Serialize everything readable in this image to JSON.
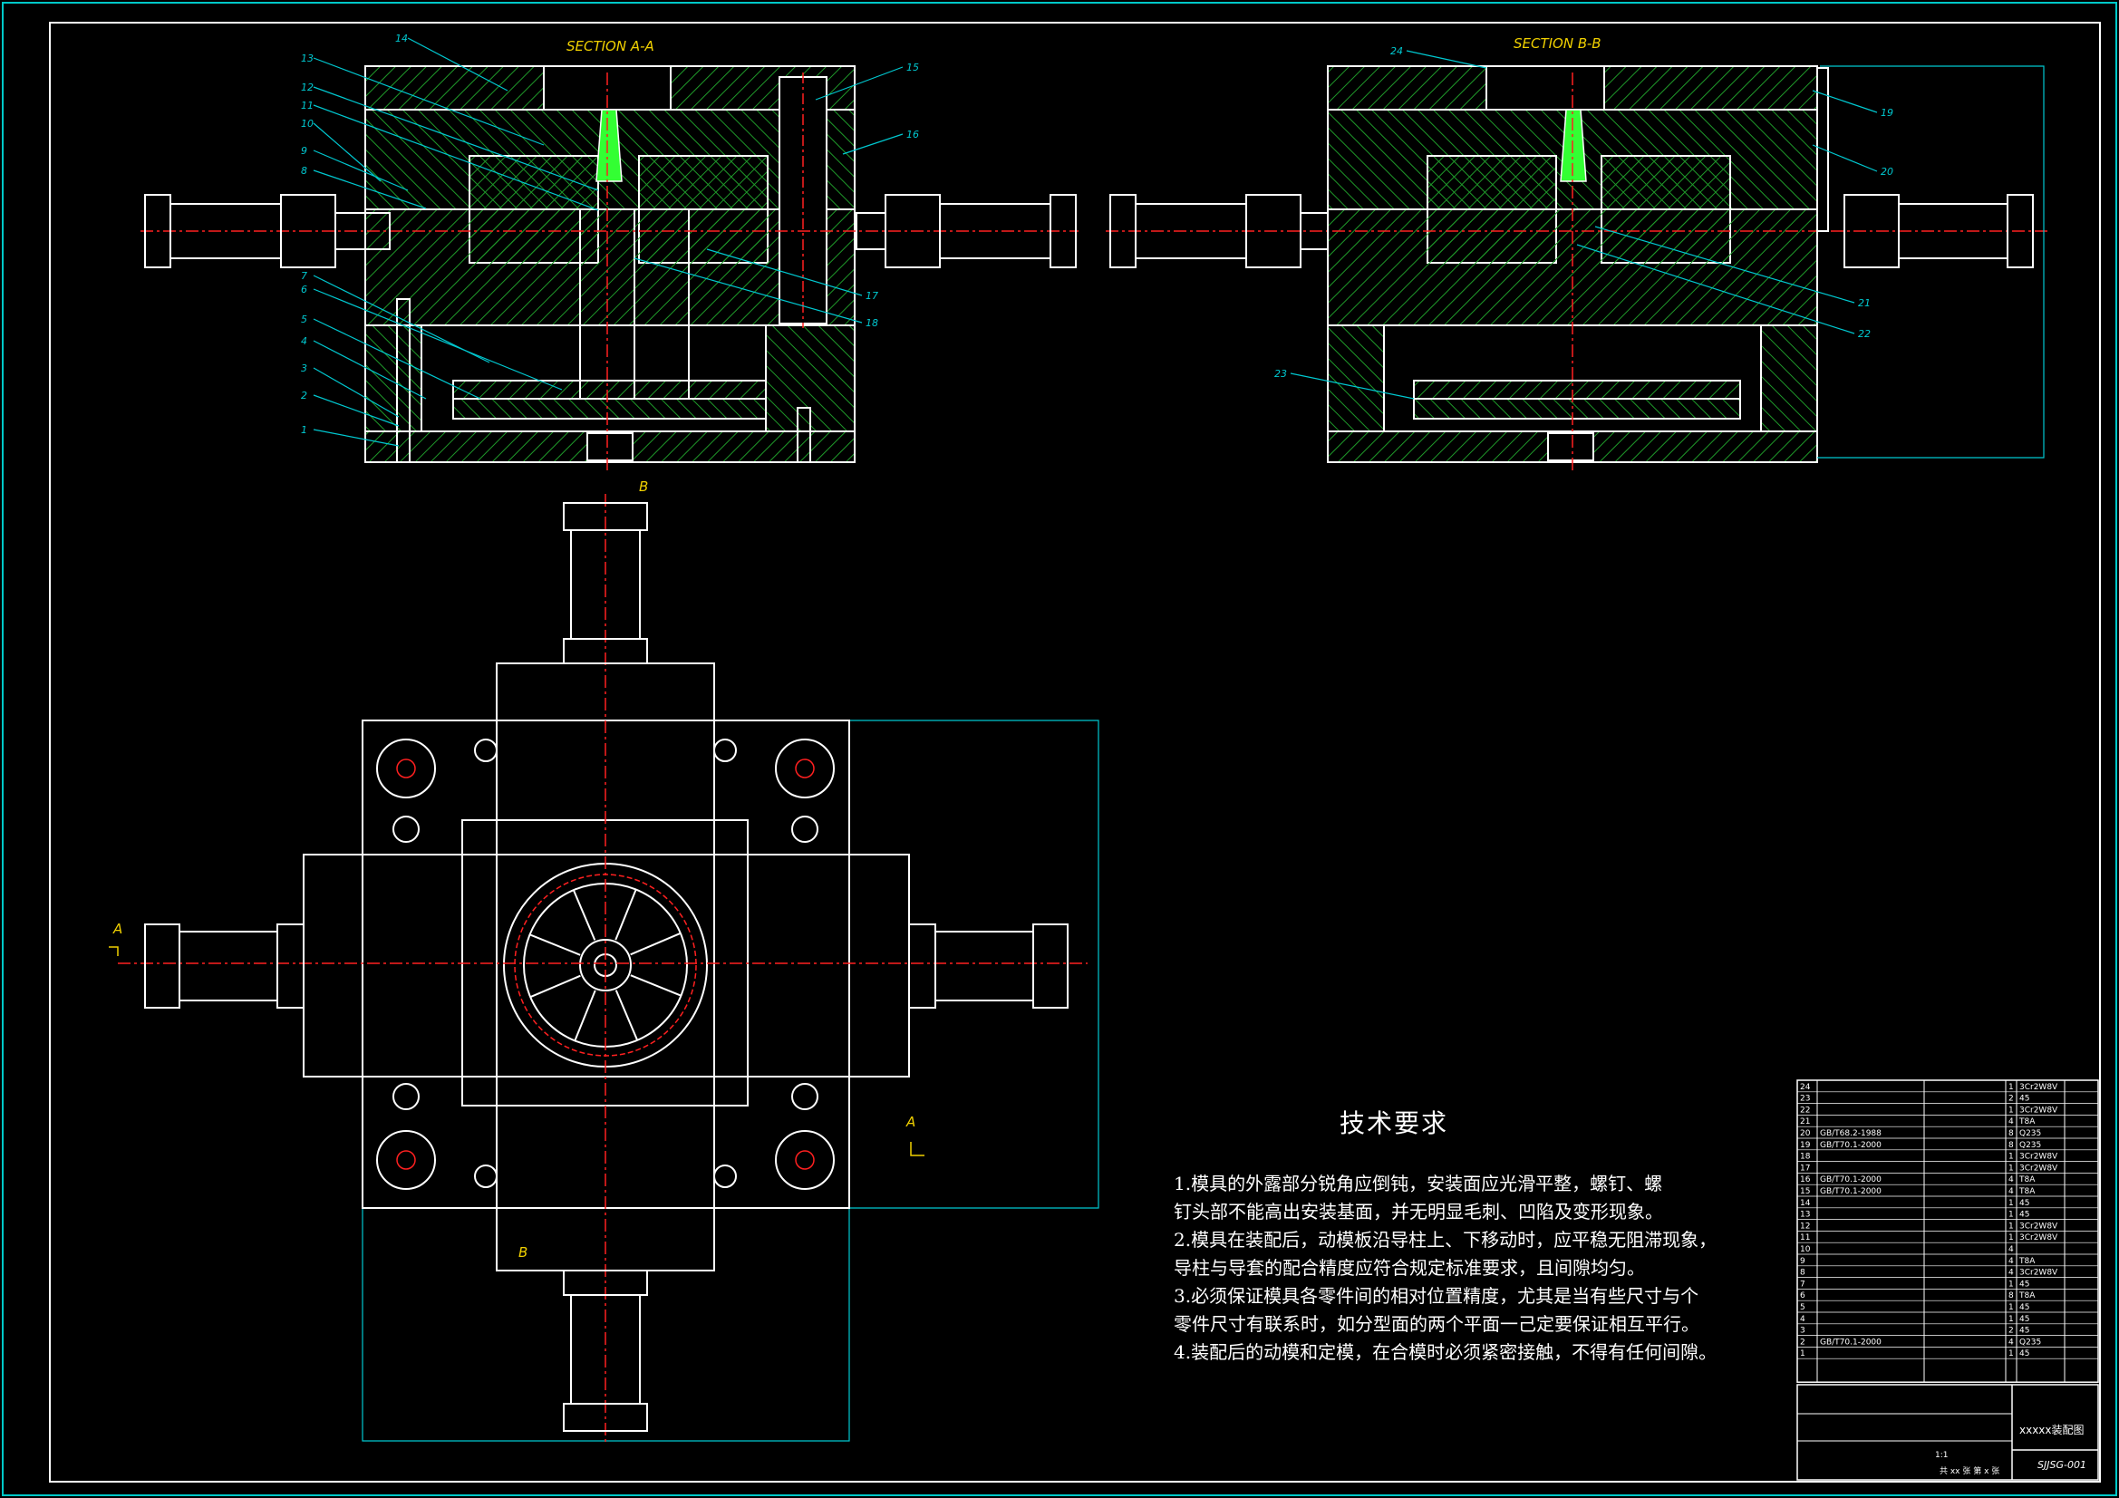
{
  "drawing": {
    "section_aa_title": "SECTION A-A",
    "section_bb_title": "SECTION B-B",
    "section_labels": {
      "a": "A",
      "b": "B"
    }
  },
  "callouts_aa": [
    "14",
    "13",
    "12",
    "11",
    "10",
    "9",
    "8",
    "7",
    "6",
    "5",
    "4",
    "3",
    "2",
    "1",
    "15",
    "16",
    "17",
    "18"
  ],
  "callouts_bb": [
    "24",
    "19",
    "20",
    "21",
    "22",
    "23"
  ],
  "tech_requirements": {
    "title": "技术要求",
    "lines": [
      "1.模具的外露部分锐角应倒钝，安装面应光滑平整，螺钉、螺",
      "  钉头部不能高出安装基面，并无明显毛刺、凹陷及变形现象。",
      "2.模具在装配后，动模板沿导柱上、下移动时，应平稳无阻滞现象，",
      "  导柱与导套的配合精度应符合规定标准要求，且间隙均匀。",
      "3.必须保证模具各零件间的相对位置精度，尤其是当有些尺寸与个",
      "  零件尺寸有联系时，如分型面的两个平面一己定要保证相互平行。",
      "4.装配后的动模和定模，在合模时必须紧密接触，不得有任何间隙。"
    ]
  },
  "bom": {
    "rows": [
      [
        "24",
        "",
        "",
        "1",
        "3Cr2W8V",
        ""
      ],
      [
        "23",
        "",
        "",
        "2",
        "45",
        ""
      ],
      [
        "22",
        "",
        "",
        "1",
        "3Cr2W8V",
        ""
      ],
      [
        "21",
        "",
        "",
        "4",
        "T8A",
        ""
      ],
      [
        "20",
        "GB/T68.2-1988",
        "",
        "8",
        "Q235",
        ""
      ],
      [
        "19",
        "GB/T70.1-2000",
        "",
        "8",
        "Q235",
        ""
      ],
      [
        "18",
        "",
        "",
        "1",
        "3Cr2W8V",
        ""
      ],
      [
        "17",
        "",
        "",
        "1",
        "3Cr2W8V",
        ""
      ],
      [
        "16",
        "GB/T70.1-2000",
        "",
        "4",
        "T8A",
        ""
      ],
      [
        "15",
        "GB/T70.1-2000",
        "",
        "4",
        "T8A",
        ""
      ],
      [
        "14",
        "",
        "",
        "1",
        "45",
        ""
      ],
      [
        "13",
        "",
        "",
        "1",
        "45",
        ""
      ],
      [
        "12",
        "",
        "",
        "1",
        "3Cr2W8V",
        ""
      ],
      [
        "11",
        "",
        "",
        "1",
        "3Cr2W8V",
        ""
      ],
      [
        "10",
        "",
        "",
        "4",
        "",
        ""
      ],
      [
        "9",
        "",
        "",
        "4",
        "T8A",
        ""
      ],
      [
        "8",
        "",
        "",
        "4",
        "3Cr2W8V",
        ""
      ],
      [
        "7",
        "",
        "",
        "1",
        "45",
        ""
      ],
      [
        "6",
        "",
        "",
        "8",
        "T8A",
        ""
      ],
      [
        "5",
        "",
        "",
        "1",
        "45",
        ""
      ],
      [
        "4",
        "",
        "",
        "1",
        "45",
        ""
      ],
      [
        "3",
        "",
        "",
        "2",
        "45",
        ""
      ],
      [
        "2",
        "GB/T70.1-2000",
        "",
        "4",
        "Q235",
        ""
      ],
      [
        "1",
        "",
        "",
        "1",
        "45",
        ""
      ]
    ]
  },
  "title_block": {
    "name": "xxxxx装配图",
    "code": "SJJSG-001",
    "scale": "1:1",
    "sheet": "共 xx 张 第 x 张"
  },
  "colors": {
    "outline": "#ffffff",
    "hatch": "#1f9a2a",
    "leader": "#00c8d0",
    "centerline": "#ff2020",
    "title_text": "#f0d000",
    "frame": "#00c8c8"
  }
}
